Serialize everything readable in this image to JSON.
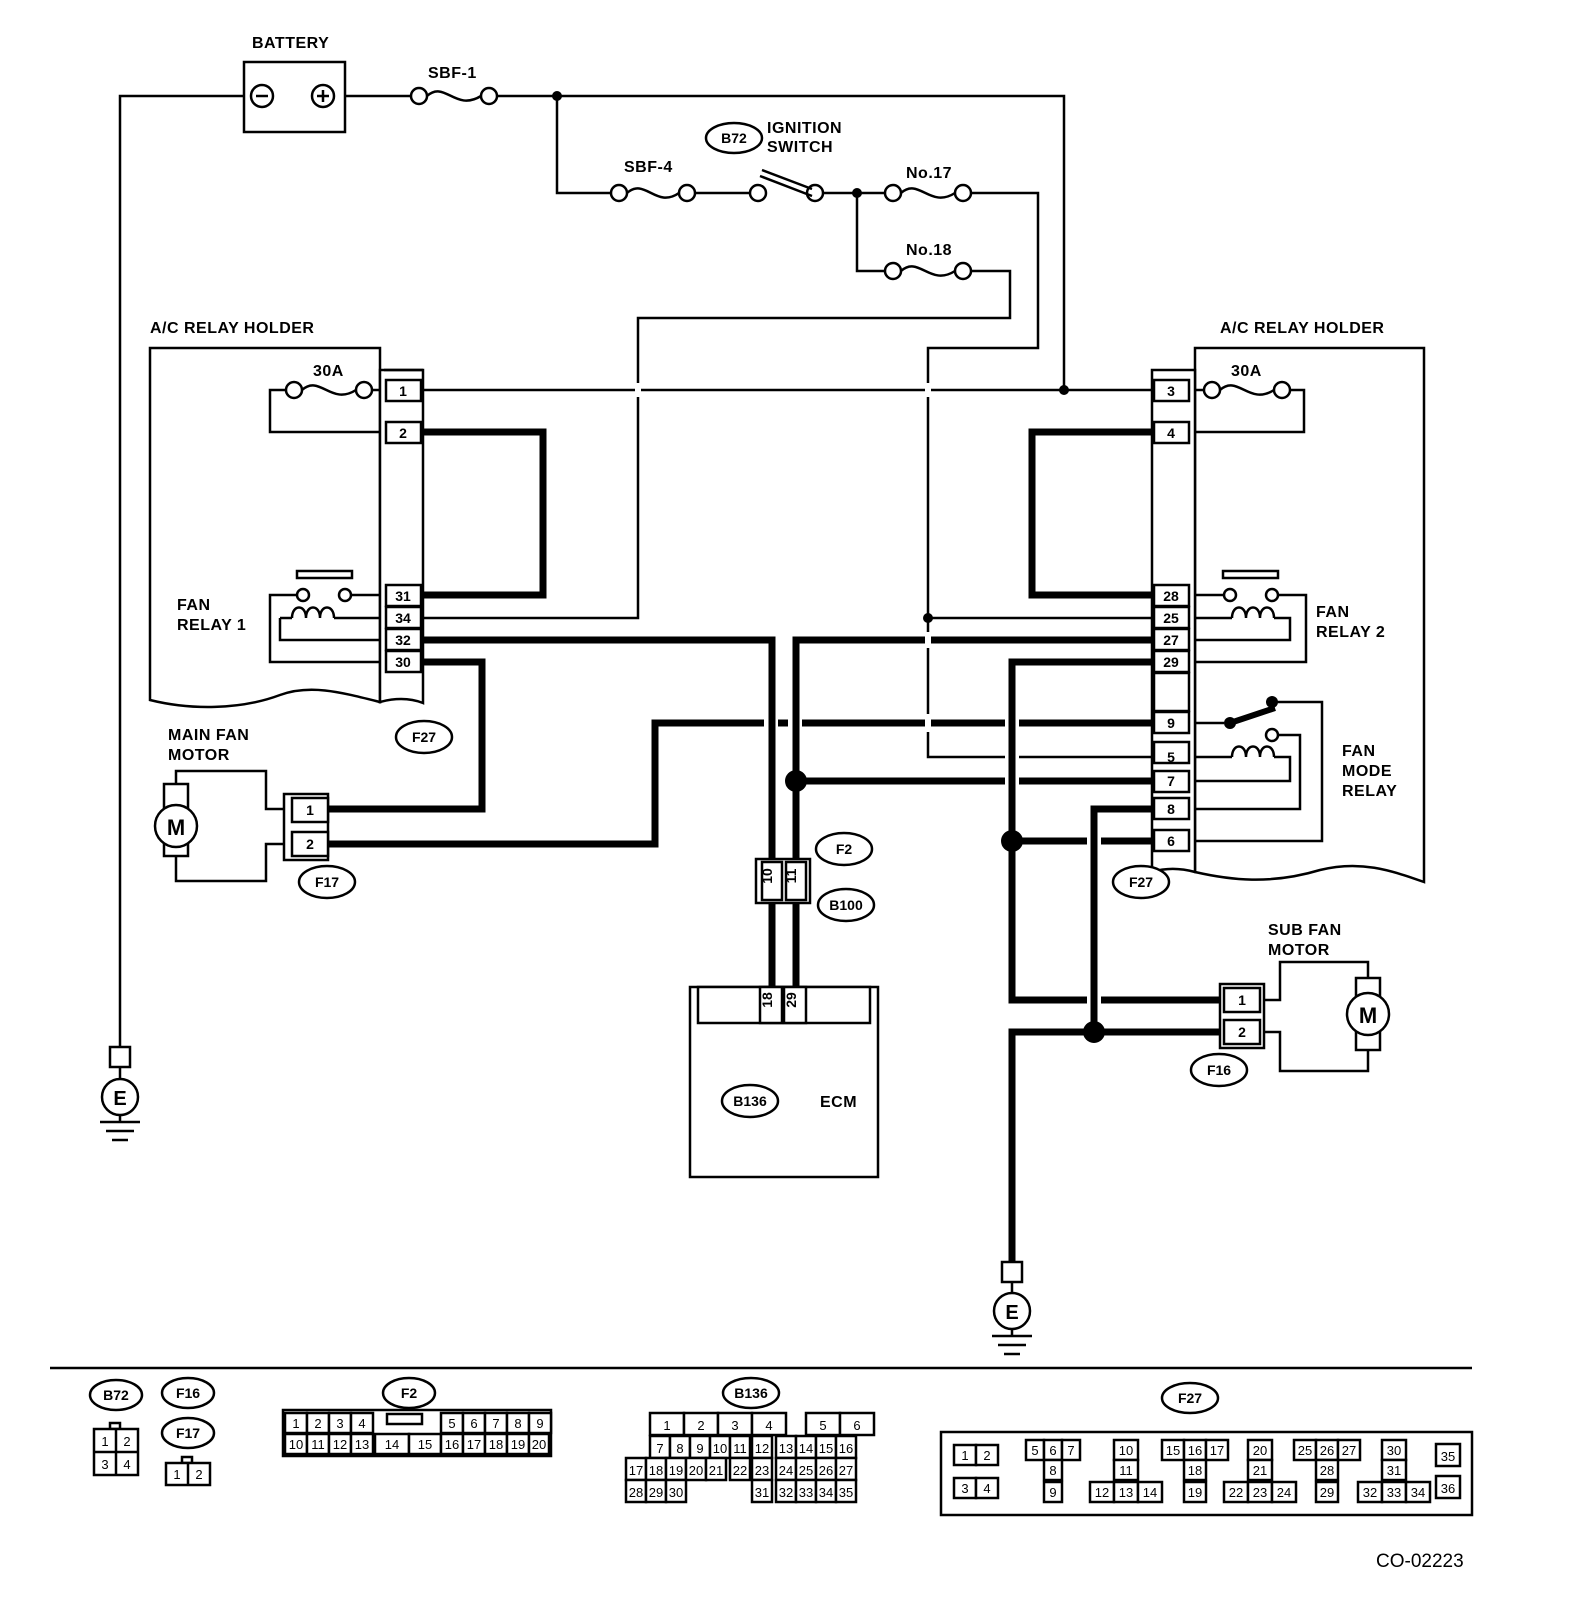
{
  "components": {
    "battery": "BATTERY",
    "sbf1": "SBF-1",
    "sbf4": "SBF-4",
    "ignition_connector": "B72",
    "ignition_switch_line1": "IGNITION",
    "ignition_switch_line2": "SWITCH",
    "fuse17": "No.17",
    "fuse18": "No.18",
    "relay_holder_left": "A/C RELAY HOLDER",
    "relay_holder_right": "A/C RELAY HOLDER",
    "fuse30a_left": "30A",
    "fuse30a_right": "30A",
    "fan_relay1_line1": "FAN",
    "fan_relay1_line2": "RELAY 1",
    "fan_relay2_line1": "FAN",
    "fan_relay2_line2": "RELAY 2",
    "fan_mode_relay_line1": "FAN",
    "fan_mode_relay_line2": "MODE",
    "fan_mode_relay_line3": "RELAY",
    "main_fan_motor_line1": "MAIN FAN",
    "main_fan_motor_line2": "MOTOR",
    "sub_fan_motor_line1": "SUB FAN",
    "sub_fan_motor_line2": "MOTOR",
    "motor_symbol": "M",
    "ground_symbol": "E",
    "ecm": "ECM",
    "ecm_connector": "B136",
    "f27_left": "F27",
    "f27_right": "F27",
    "f17": "F17",
    "f16": "F16",
    "f2": "F2",
    "b100": "B100"
  },
  "pins": {
    "left_holder": [
      "1",
      "2",
      "31",
      "34",
      "32",
      "30"
    ],
    "right_holder": [
      "3",
      "4",
      "28",
      "25",
      "27",
      "29",
      "9",
      "5",
      "7",
      "8",
      "6"
    ],
    "f17": [
      "1",
      "2"
    ],
    "f16": [
      "1",
      "2"
    ],
    "f2_b100": [
      "10",
      "11"
    ],
    "ecm": [
      "18",
      "29"
    ]
  },
  "legend": {
    "b72": {
      "tag": "B72",
      "rows": [
        [
          "1",
          "2"
        ],
        [
          "3",
          "4"
        ]
      ]
    },
    "f16": {
      "tag": "F16"
    },
    "f17": {
      "tag": "F17",
      "cells": [
        "1",
        "2"
      ]
    },
    "f2": {
      "tag": "F2",
      "row1": [
        "1",
        "2",
        "3",
        "4",
        "",
        "5",
        "6",
        "7",
        "8",
        "9"
      ],
      "row2": [
        "10",
        "11",
        "12",
        "13",
        "14",
        "15",
        "16",
        "17",
        "18",
        "19",
        "20"
      ]
    },
    "b136": {
      "tag": "B136",
      "row1": [
        "1",
        "2",
        "3",
        "4",
        "5",
        "6"
      ],
      "row2": [
        "7",
        "8",
        "9",
        "10",
        "11",
        "12",
        "13",
        "14",
        "15",
        "16"
      ],
      "row3": [
        "17",
        "18",
        "19",
        "20",
        "21",
        "22",
        "23",
        "24",
        "25",
        "26",
        "27"
      ],
      "row4": [
        "28",
        "29",
        "30",
        "31",
        "32",
        "33",
        "34",
        "35"
      ]
    },
    "f27": {
      "tag": "F27",
      "labels": [
        "1",
        "2",
        "3",
        "4",
        "5",
        "6",
        "7",
        "8",
        "9",
        "10",
        "11",
        "12",
        "13",
        "14",
        "15",
        "16",
        "17",
        "18",
        "19",
        "20",
        "21",
        "22",
        "23",
        "24",
        "25",
        "26",
        "27",
        "28",
        "29",
        "30",
        "31",
        "32",
        "33",
        "34",
        "35",
        "36"
      ]
    }
  },
  "figure_code": "CO-02223"
}
